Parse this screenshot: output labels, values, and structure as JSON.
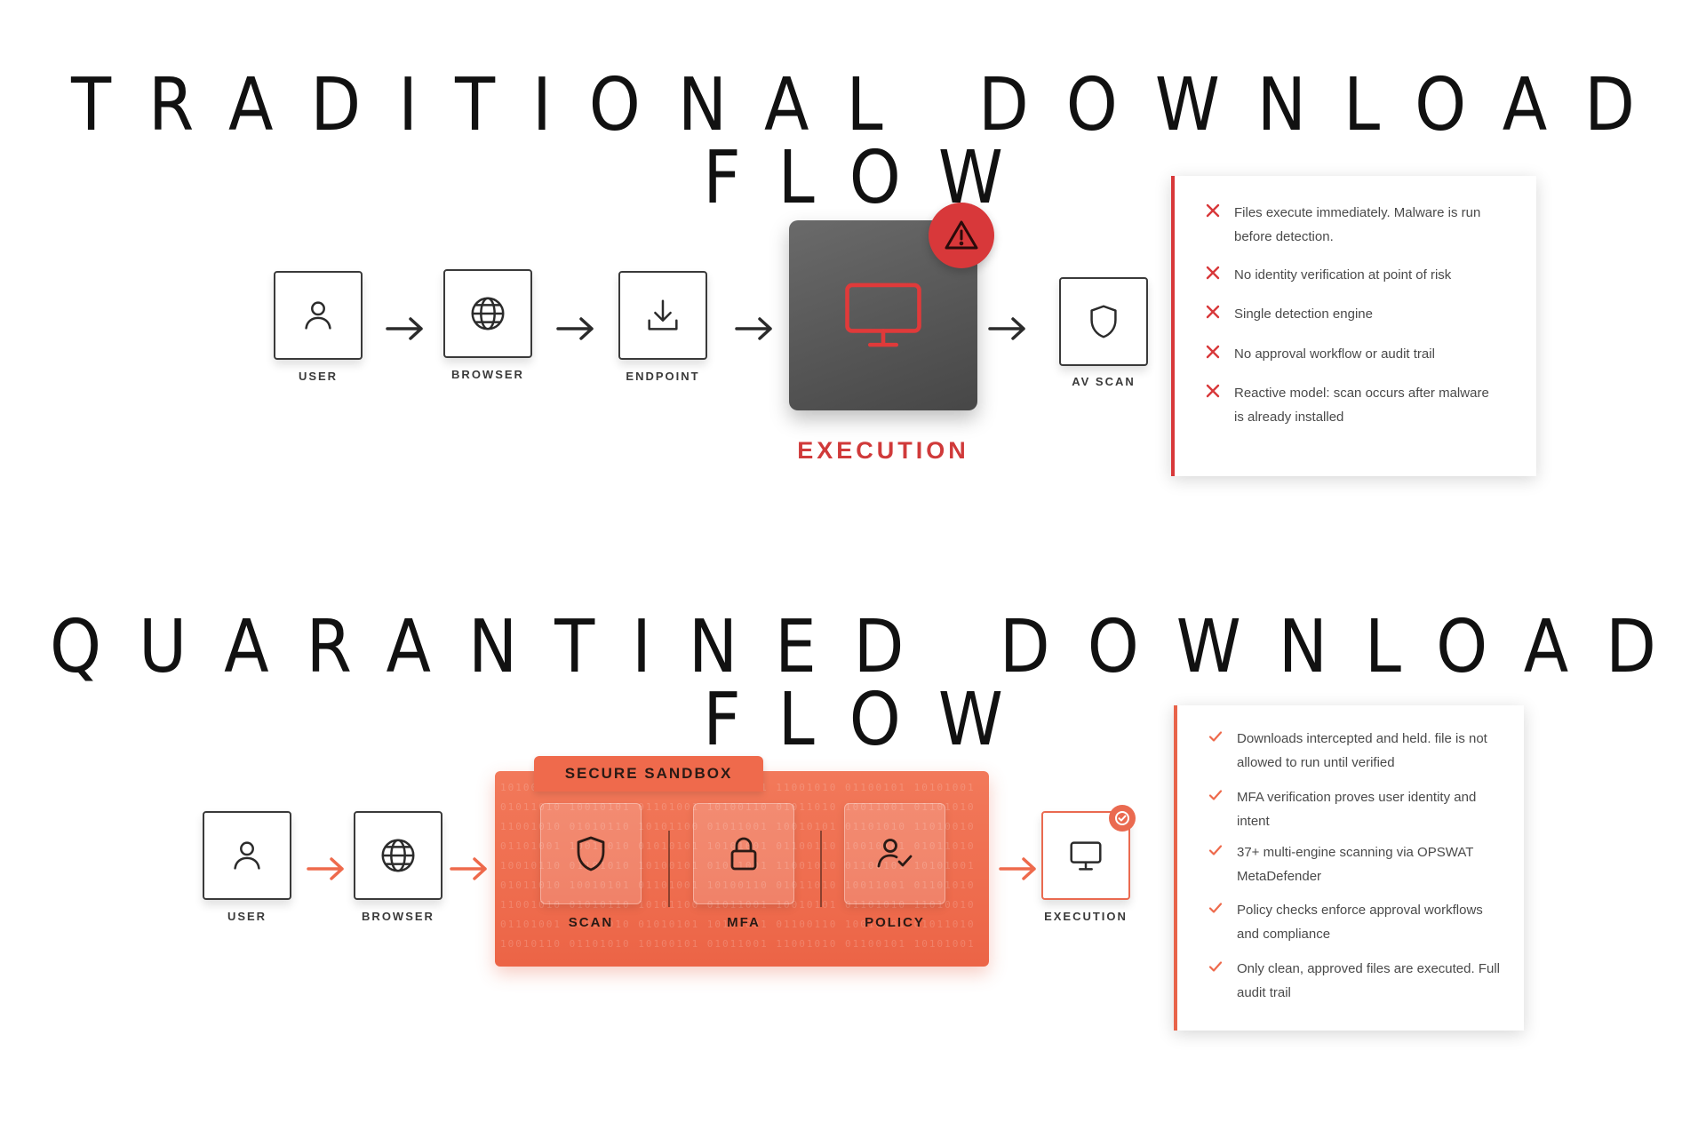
{
  "colors": {
    "danger": "#d8383a",
    "accent": "#ee6a4c",
    "dark": "#3a3a3a"
  },
  "traditional": {
    "title": "TRADITIONAL DOWNLOAD FLOW",
    "steps": [
      {
        "label": "USER",
        "icon": "user-icon"
      },
      {
        "label": "BROWSER",
        "icon": "globe-icon"
      },
      {
        "label": "ENDPOINT",
        "icon": "download-icon"
      }
    ],
    "execution": {
      "label": "EXECUTION",
      "icon": "monitor-icon",
      "badge_icon": "warning-icon"
    },
    "final_step": {
      "label": "AV SCAN",
      "icon": "shield-icon"
    },
    "issues": [
      "Files execute immediately. Malware is run before detection.",
      "No identity verification at point of risk",
      "Single detection engine",
      "No approval workflow or audit trail",
      "Reactive model: scan occurs after malware is already installed"
    ]
  },
  "quarantined": {
    "title": "QUARANTINED DOWNLOAD FLOW",
    "steps": [
      {
        "label": "USER",
        "icon": "user-icon"
      },
      {
        "label": "BROWSER",
        "icon": "globe-icon"
      }
    ],
    "sandbox": {
      "label": "SECURE SANDBOX",
      "stages": [
        {
          "label": "SCAN",
          "icon": "shield-icon"
        },
        {
          "label": "MFA",
          "icon": "lock-icon"
        },
        {
          "label": "POLICY",
          "icon": "user-check-icon"
        }
      ]
    },
    "final_step": {
      "label": "EXECUTION",
      "icon": "monitor-icon",
      "badge_icon": "check-circle-icon"
    },
    "benefits": [
      "Downloads intercepted and held.  file is not allowed to run until verified",
      "MFA verification proves user identity and intent",
      "37+ multi-engine scanning via OPSWAT MetaDefender",
      "Policy checks enforce approval workflows and compliance",
      "Only clean, approved files are executed. Full audit trail"
    ]
  }
}
